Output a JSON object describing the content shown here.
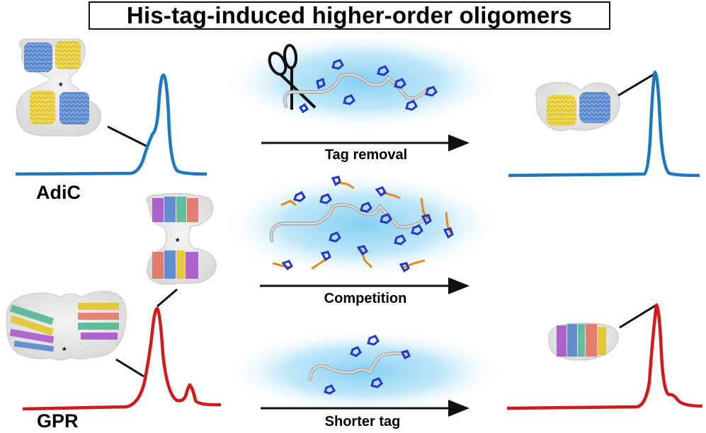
{
  "title": "His-tag-induced higher-order oligomers",
  "proteins": [
    {
      "name": "AdiC",
      "trace_color": "#1e78c0",
      "subunit_colors": [
        "#4a7cc9",
        "#e2c21a"
      ]
    },
    {
      "name": "GPR",
      "trace_color": "#d11a1a",
      "subunit_colors": [
        "#a54ac8",
        "#4a7cc9",
        "#e06a5a",
        "#3fb28a",
        "#e2c21a",
        "#7bb0e8"
      ]
    }
  ],
  "strategies": [
    {
      "label": "Tag removal",
      "icon": "scissors-icon"
    },
    {
      "label": "Competition",
      "icon": "free-histidine-icon"
    },
    {
      "label": "Shorter tag",
      "icon": "short-peptide-icon"
    }
  ],
  "colors": {
    "halo": "#8fd3f2",
    "peptide": "#b9b9b9",
    "nitrogen": "#2636c8",
    "histidine_carbon": "#e08a1e",
    "oxygen": "#c0392b",
    "density_map": "#e8e8e8",
    "arrow": "#111111"
  },
  "annotations": {
    "dimer_interface_marker": "*"
  }
}
